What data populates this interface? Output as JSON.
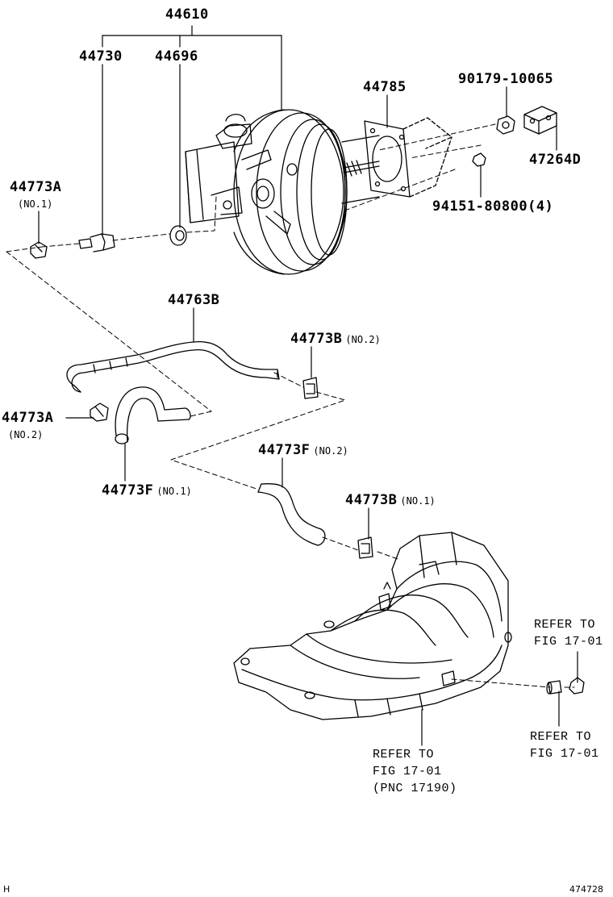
{
  "diagram": {
    "callouts": {
      "p44610": "44610",
      "p44730": "44730",
      "p44696": "44696",
      "p44785": "44785",
      "p90179": "90179-10065",
      "p47264d": "47264D",
      "p94151": "94151-80800(4)",
      "p44773a_1": "44773A",
      "p44773a_1_sub": "(NO.1)",
      "p44763b": "44763B",
      "p44773b_2": "44773B",
      "p44773b_2_sub": "(NO.2)",
      "p44773a_2": "44773A",
      "p44773a_2_sub": "(NO.2)",
      "p44773f_1": "44773F",
      "p44773f_1_sub": "(NO.1)",
      "p44773f_2": "44773F",
      "p44773f_2_sub": "(NO.2)",
      "p44773b_1": "44773B",
      "p44773b_1_sub": "(NO.1)"
    },
    "references": {
      "ref_a_line1": "REFER TO",
      "ref_a_line2": "FIG 17-01",
      "ref_b_line1": "REFER TO",
      "ref_b_line2": "FIG 17-01",
      "ref_c_line1": "REFER TO",
      "ref_c_line2": "FIG 17-01",
      "ref_c_line3": "(PNC 17190)"
    },
    "footer": {
      "left": "H",
      "right": "474728"
    }
  }
}
